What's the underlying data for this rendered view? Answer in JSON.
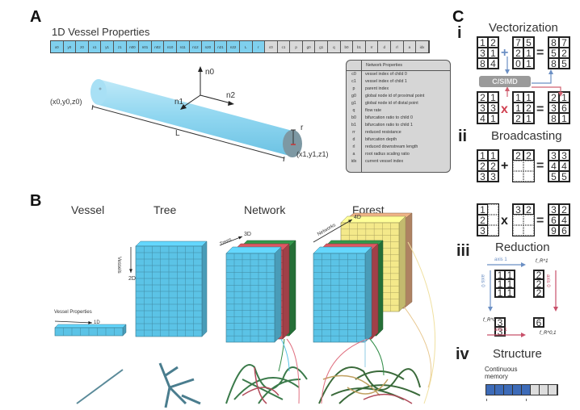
{
  "panels": {
    "A": {
      "letter": "A",
      "strip_title": "1D Vessel Properties",
      "strip_cells_blue": [
        "x0",
        "y0",
        "z0",
        "x1",
        "y1",
        "z1",
        "n00",
        "n01",
        "n02",
        "n10",
        "n11",
        "n12",
        "n20",
        "n21",
        "n22",
        "L",
        "r"
      ],
      "strip_cells_gray": [
        "c0",
        "c1",
        "p",
        "g0",
        "g1",
        "q",
        "b0",
        "b1",
        "rr",
        "d",
        "rl",
        "a",
        "idx"
      ],
      "vessel_labels": {
        "start_point": "(x0,y0,z0)",
        "end_point": "(x1,y1,z1)",
        "length": "L",
        "radius": "r",
        "n0": "n0",
        "n1": "n1",
        "n2": "n2"
      },
      "network_properties": {
        "title": "Network Properties",
        "rows": [
          {
            "sym": "c0",
            "desc": "vessel index of child 0"
          },
          {
            "sym": "c1",
            "desc": "vessel index of child 1"
          },
          {
            "sym": "p",
            "desc": "parent index"
          },
          {
            "sym": "g0",
            "desc": "global node id of proximal point"
          },
          {
            "sym": "g1",
            "desc": "global node id of distal point"
          },
          {
            "sym": "q",
            "desc": "flow rate"
          },
          {
            "sym": "b0",
            "desc": "bifurcation ratio to child 0"
          },
          {
            "sym": "b1",
            "desc": "bifurcation ratio to child 1"
          },
          {
            "sym": "rr",
            "desc": "reduced resistance"
          },
          {
            "sym": "d",
            "desc": "bifurcation depth"
          },
          {
            "sym": "rl",
            "desc": "reduced downstream length"
          },
          {
            "sym": "a",
            "desc": "root radius scaling ratio"
          },
          {
            "sym": "idx",
            "desc": "current vessel index"
          }
        ]
      }
    },
    "B": {
      "letter": "B",
      "columns": [
        "Vessel",
        "Tree",
        "Network",
        "Forest"
      ],
      "axis_labels": {
        "vessel_props": "Vessel Properties",
        "dim1": "1D",
        "vessels": "Vessels",
        "dim2": "2D",
        "trees": "Trees",
        "dim3": "3D",
        "networks": "Networks",
        "dim4": "4D"
      },
      "colors": {
        "blue": "#5bc3e6",
        "red": "#c9505a",
        "green": "#2e8b45",
        "yellow": "#f4e98a",
        "tan": "#d9a37a"
      }
    },
    "C": {
      "letter": "C",
      "i": {
        "numeral": "i",
        "title": "Vectorization",
        "add": {
          "a": [
            [
              1,
              2
            ],
            [
              3,
              1
            ],
            [
              8,
              4
            ]
          ],
          "b": [
            [
              7,
              5
            ],
            [
              2,
              1
            ],
            [
              0,
              1
            ]
          ],
          "result": [
            [
              8,
              7
            ],
            [
              5,
              2
            ],
            [
              8,
              5
            ]
          ],
          "op": "+"
        },
        "mul": {
          "a": [
            [
              2,
              1
            ],
            [
              3,
              3
            ],
            [
              4,
              1
            ]
          ],
          "b": [
            [
              1,
              1
            ],
            [
              1,
              2
            ],
            [
              2,
              1
            ]
          ],
          "result": [
            [
              2,
              1
            ],
            [
              3,
              6
            ],
            [
              8,
              1
            ]
          ],
          "op": "x"
        },
        "engine": "C/SIMD",
        "eq": "="
      },
      "ii": {
        "numeral": "ii",
        "title": "Broadcasting",
        "add": {
          "a": [
            [
              1,
              1
            ],
            [
              2,
              2
            ],
            [
              3,
              3
            ]
          ],
          "b": [
            [
              2,
              2
            ],
            [
              "",
              ""
            ],
            [
              "",
              ""
            ]
          ],
          "result": [
            [
              3,
              3
            ],
            [
              4,
              4
            ],
            [
              5,
              5
            ]
          ],
          "op": "+"
        },
        "mul": {
          "a": [
            [
              1,
              ""
            ],
            [
              2,
              ""
            ],
            [
              3,
              ""
            ]
          ],
          "b": [
            [
              3,
              2
            ],
            [
              "",
              ""
            ],
            [
              "",
              ""
            ]
          ],
          "result": [
            [
              3,
              2
            ],
            [
              6,
              4
            ],
            [
              9,
              6
            ]
          ],
          "op": "x"
        }
      },
      "iii": {
        "numeral": "iii",
        "title": "Reduction",
        "matrix": [
          [
            1,
            1
          ],
          [
            1,
            1
          ],
          [
            1,
            1
          ]
        ],
        "axis0": "axis 0",
        "axis1": "axis 1",
        "sum_axis1": [
          2,
          2,
          2
        ],
        "sum_axis0": [
          3,
          3
        ],
        "sum_all": 6,
        "f1_label": "f_R^1",
        "f0_label": "f_R^0",
        "f01_label": "f_R^0,1"
      },
      "iv": {
        "numeral": "iv",
        "title": "Structure",
        "memory_label_1": "Continuous",
        "memory_label_2": "memory",
        "filled_cells": 5,
        "total_cells": 8
      }
    }
  }
}
